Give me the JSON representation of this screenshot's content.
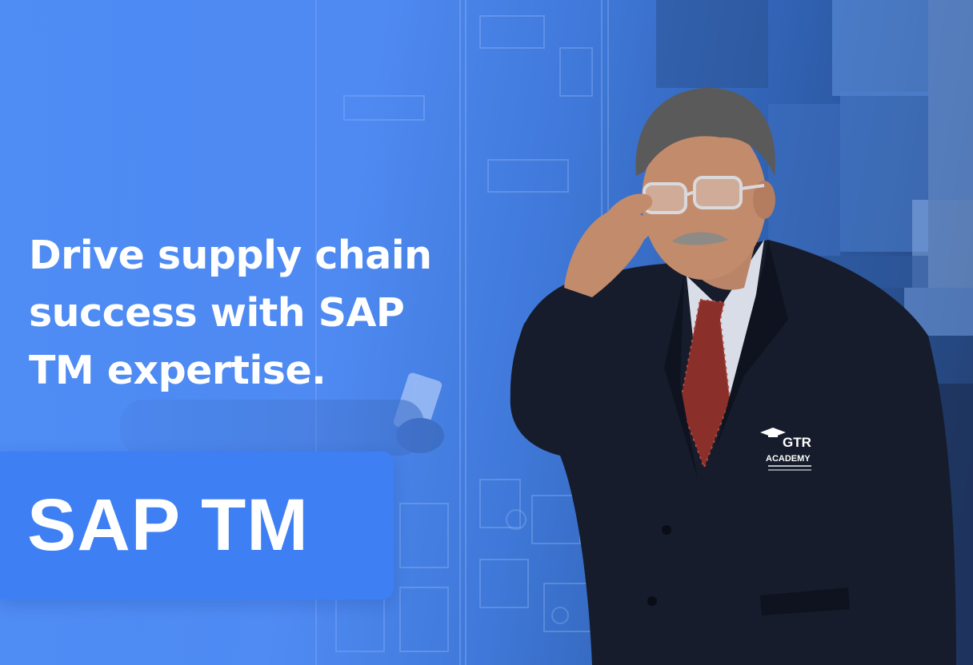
{
  "headline": {
    "line1": "Drive supply chain",
    "line2": "success with SAP",
    "line3": "TM expertise."
  },
  "badge": {
    "label": "SAP TM"
  },
  "presenter": {
    "logo_text_main": "GTR",
    "logo_text_sub": "ACADEMY",
    "logo_icon": "graduation-cap-icon"
  },
  "colors": {
    "badge": "#3f7ff4",
    "background_left": "#4a86f0",
    "background_right": "#223e6e",
    "suit": "#151b2a",
    "tie": "#8a2f2a"
  }
}
